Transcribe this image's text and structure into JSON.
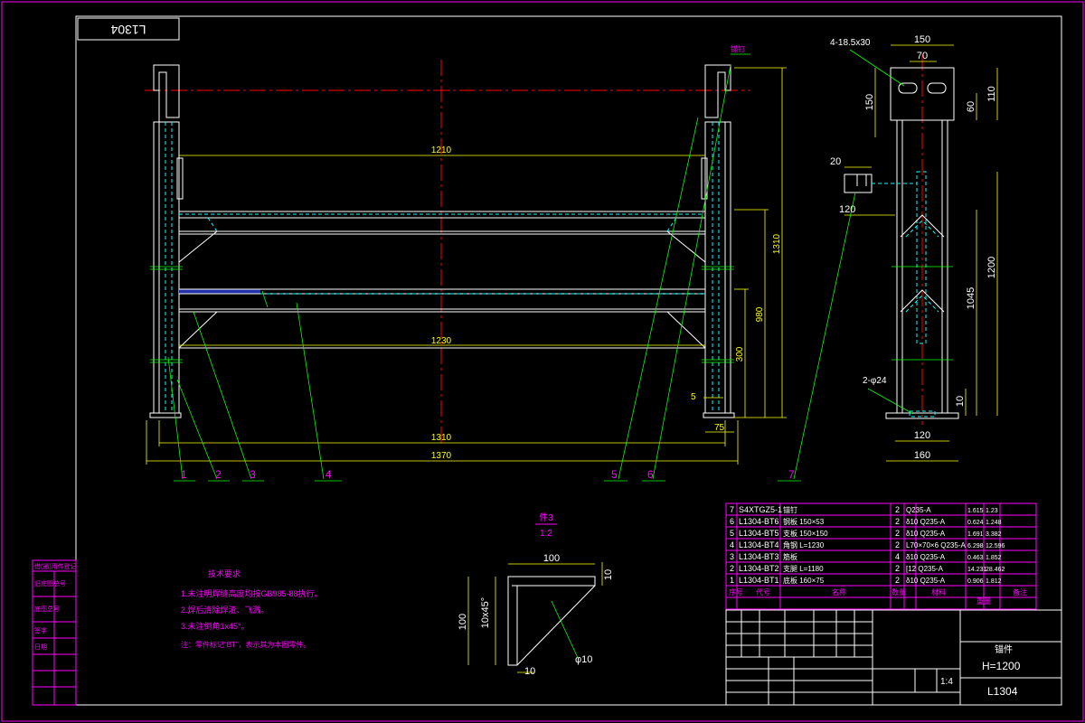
{
  "title_block": {
    "stamp": "L1304",
    "name": "锚件",
    "spec": "H=1200",
    "code": "L1304",
    "scale": "1:4"
  },
  "dimensions": {
    "d1210": "1210",
    "d1230": "1230",
    "d1310a": "1310",
    "d1370": "1370",
    "d1310v": "1310",
    "d980": "980",
    "d300": "300",
    "d5": "5",
    "d75": "75",
    "s150": "150",
    "s70": "70",
    "s110": "110",
    "s60": "60",
    "s150v": "150",
    "s20": "20",
    "s120a": "120",
    "s1200": "1200",
    "s1045": "1045",
    "s10": "10",
    "s120b": "120",
    "s160": "160",
    "hole1": "4-18.5x30",
    "hole2": "2-φ24",
    "det100": "100",
    "det10a": "10",
    "det100v": "100",
    "det10x45": "10x45°",
    "det10b": "10",
    "detPhi": "φ10",
    "detTitle": "件3",
    "detScale": "1:2",
    "labelTop": "锚钉"
  },
  "callouts": [
    "1",
    "2",
    "3",
    "4",
    "5",
    "6",
    "7"
  ],
  "bom": [
    {
      "no": "7",
      "code": "S4XTGZ5-1",
      "desc": "锚钉",
      "qty": "2",
      "mat": "Q235-A",
      "w1": "1.615",
      "w2": "1.23"
    },
    {
      "no": "6",
      "code": "L1304-BT6",
      "desc": "钢板 150×53",
      "qty": "2",
      "mat": "δ10 Q235-A",
      "w1": "0.624",
      "w2": "1.248"
    },
    {
      "no": "5",
      "code": "L1304-BT5",
      "desc": "支板 150×150",
      "qty": "2",
      "mat": "δ10 Q235-A",
      "w1": "1.691",
      "w2": "3.382"
    },
    {
      "no": "4",
      "code": "L1304-BT4",
      "desc": "角钢 L=1230",
      "qty": "2",
      "mat": "L70×70×6 Q235-A",
      "w1": "6.298",
      "w2": "12.596"
    },
    {
      "no": "3",
      "code": "L1304-BT3",
      "desc": "筋板",
      "qty": "4",
      "mat": "δ10 Q235-A",
      "w1": "0.463",
      "w2": "1.852"
    },
    {
      "no": "2",
      "code": "L1304-BT2",
      "desc": "支腿 L=1180",
      "qty": "2",
      "mat": "[12 Q235-A",
      "w1": "14.231",
      "w2": "28.462"
    },
    {
      "no": "1",
      "code": "L1304-BT1",
      "desc": "底板 160×75",
      "qty": "2",
      "mat": "δ10 Q235-A",
      "w1": "0.906",
      "w2": "1.812"
    }
  ],
  "bom_header": {
    "no": "序号",
    "code": "代号",
    "name": "名称",
    "qty": "数量",
    "mat": "材料",
    "weight": "重量",
    "note": "备注"
  },
  "notes": {
    "heading": "技术要求",
    "n1": "1.未注明焊缝高度均按GB985-88执行。",
    "n2": "2.焊后清除焊渣、飞溅。",
    "n3": "3.未注倒角1x45°。",
    "n4": "注：零件标记“BT”，表示其为本图零件。"
  },
  "side_table": [
    "借(通)用件登记",
    "旧底图总号",
    "底图总号",
    "签字",
    "日期",
    "",
    "",
    ""
  ],
  "colors": {
    "white": "#ffffff",
    "magenta": "#ff00ff",
    "yellow": "#ffff00",
    "green": "#00ff00",
    "cyan": "#00ffff",
    "red": "#ff0000",
    "blue": "#0000ff"
  }
}
